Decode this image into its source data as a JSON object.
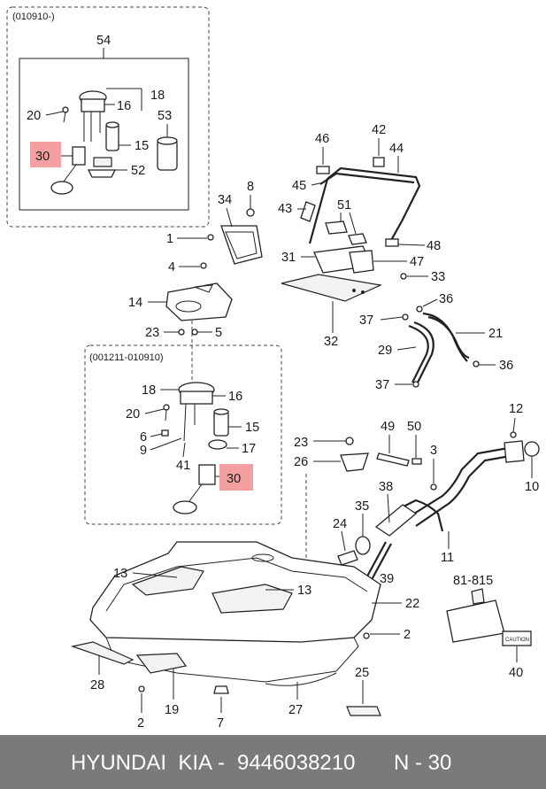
{
  "groups": {
    "upper_box_label": "(010910-)",
    "lower_box_label": "(001211-010910)"
  },
  "callouts": {
    "c54": "54",
    "c18a": "18",
    "c16a": "16",
    "c20a": "20",
    "c53": "53",
    "c15a": "15",
    "c30a": "30",
    "c52": "52",
    "c46": "46",
    "c42": "42",
    "c44": "44",
    "c45": "45",
    "c43": "43",
    "c34": "34",
    "c8": "8",
    "c1": "1",
    "c51": "51",
    "c48": "48",
    "c31": "31",
    "c47": "47",
    "c4": "4",
    "c33": "33",
    "c14": "14",
    "c36a": "36",
    "c32": "32",
    "c37a": "37",
    "c21": "21",
    "c23a": "23",
    "c5": "5",
    "c29": "29",
    "c36b": "36",
    "c37b": "37",
    "c18b": "18",
    "c16b": "16",
    "c20b": "20",
    "c15b": "15",
    "c6": "6",
    "c9": "9",
    "c17": "17",
    "c41": "41",
    "c30b": "30",
    "c12": "12",
    "c23b": "23",
    "c49": "49",
    "c50": "50",
    "c3": "3",
    "c26": "26",
    "c10": "10",
    "c38": "38",
    "c35": "35",
    "c24": "24",
    "c11": "11",
    "c39": "39",
    "c13a": "13",
    "c13b": "13",
    "c22": "22",
    "c2a": "2",
    "c28": "28",
    "c19": "19",
    "c2b": "2",
    "c7": "7",
    "c25": "25",
    "c27": "27",
    "c40": "40",
    "c81": "81-815"
  },
  "label_text": "CAUTION",
  "footer": {
    "brand": "HYUNDAI  KIA",
    "separator": "-",
    "part_number": "9446038210",
    "position": "N - 30"
  },
  "colors": {
    "highlight": "#f08080",
    "footer_bg": "#7a7a7a",
    "footer_text": "#ffffff"
  }
}
